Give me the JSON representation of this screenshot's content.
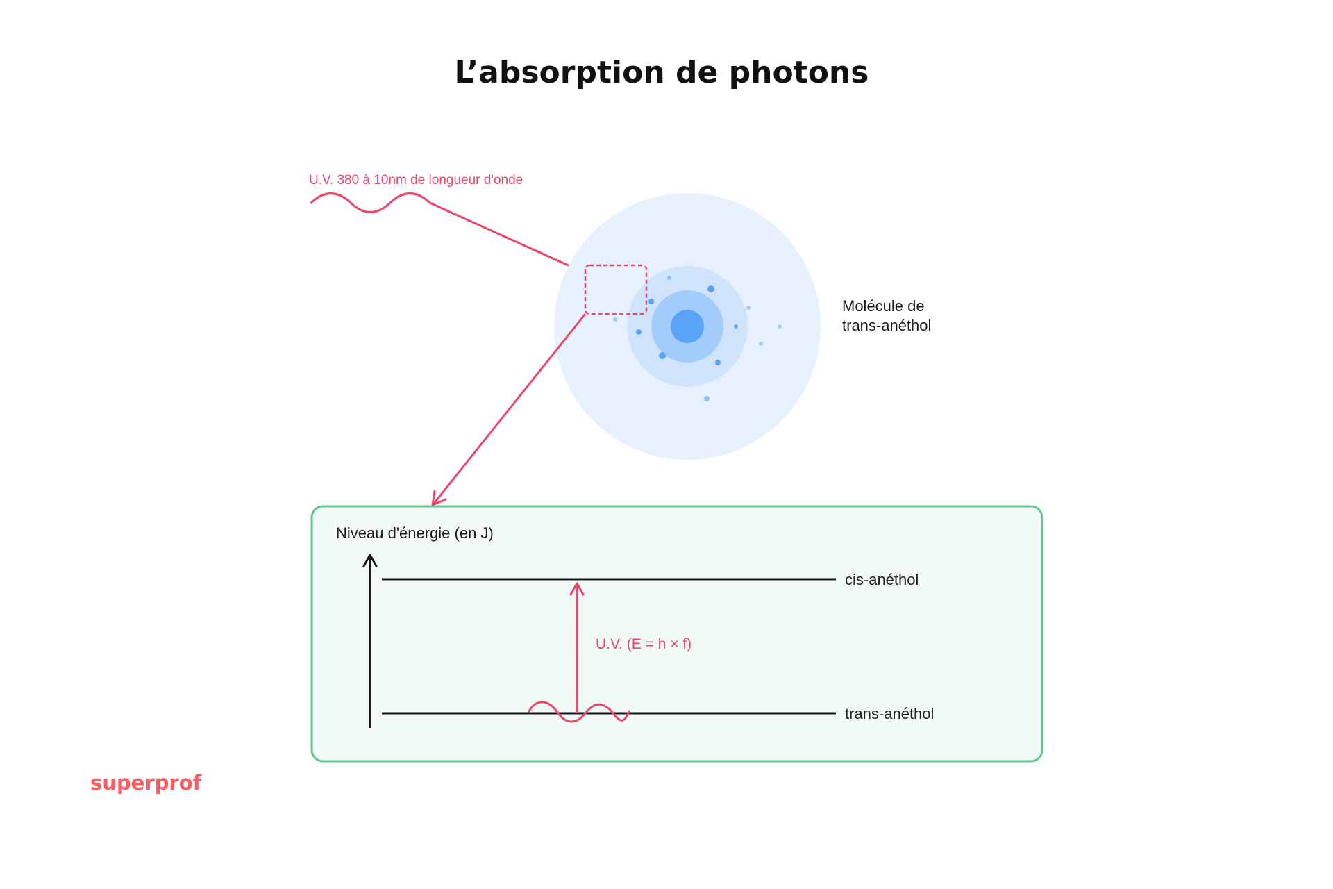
{
  "title": "L’absorption de photons",
  "incoming_wave": {
    "label": "U.V. 380 à 10nm de longueur d'onde"
  },
  "molecule": {
    "label_line1": "Molécule de",
    "label_line2": "trans-anéthol"
  },
  "energy_diagram": {
    "axis_label": "Niveau d'énergie (en J)",
    "upper_level": "cis-anéthol",
    "lower_level": "trans-anéthol",
    "transition_label": "U.V. (E = h × f)"
  },
  "brand": "superprof",
  "colors": {
    "accent_pink": "#f0456a",
    "box_border_green": "#5cc98a",
    "box_fill_green": "#f1faf5",
    "molecule_outer": "#e7f1fe",
    "molecule_mid": "#cfe3fd",
    "molecule_inner": "#a3cbfb",
    "molecule_core": "#5aa4f7",
    "brand_red": "#ff5a5f"
  }
}
